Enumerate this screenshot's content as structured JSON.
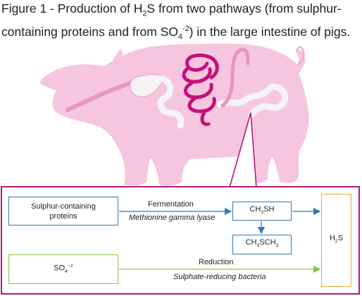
{
  "caption": {
    "line1_a": "Figure 1 - Production of H",
    "line1_sub": "2",
    "line1_b": "S from two pathways (from sulphur-",
    "line2_a": "containing proteins and from SO",
    "line2_sub": "4",
    "line2_sup": "-2",
    "line2_b": ") in the large intestine of pigs."
  },
  "diagram": {
    "proteins_label": "Sulphur-containing proteins",
    "fermentation_label": "Fermentation",
    "enzyme_label": "Methionine gamma lyase",
    "ch3sh": {
      "a": "CH",
      "s1": "3",
      "b": "SH"
    },
    "ch3sch3": {
      "a": "CH",
      "s1": "3",
      "b": "SCH",
      "s2": "3"
    },
    "h2s": {
      "a": "H",
      "s1": "2",
      "b": "S"
    },
    "so4": {
      "a": "SO",
      "s1": "4",
      "sup": "−2"
    },
    "reduction_label": "Reduction",
    "bacteria_label": "Sulphate-reducing bacteria"
  },
  "colors": {
    "pig_fill": "#f6c6df",
    "intestine": "#c2127a",
    "organ_light": "#f5f3f4",
    "frame": "#b5197c",
    "blue": "#2c7bbf",
    "green": "#8bc34a",
    "orange": "#f0a32e"
  }
}
